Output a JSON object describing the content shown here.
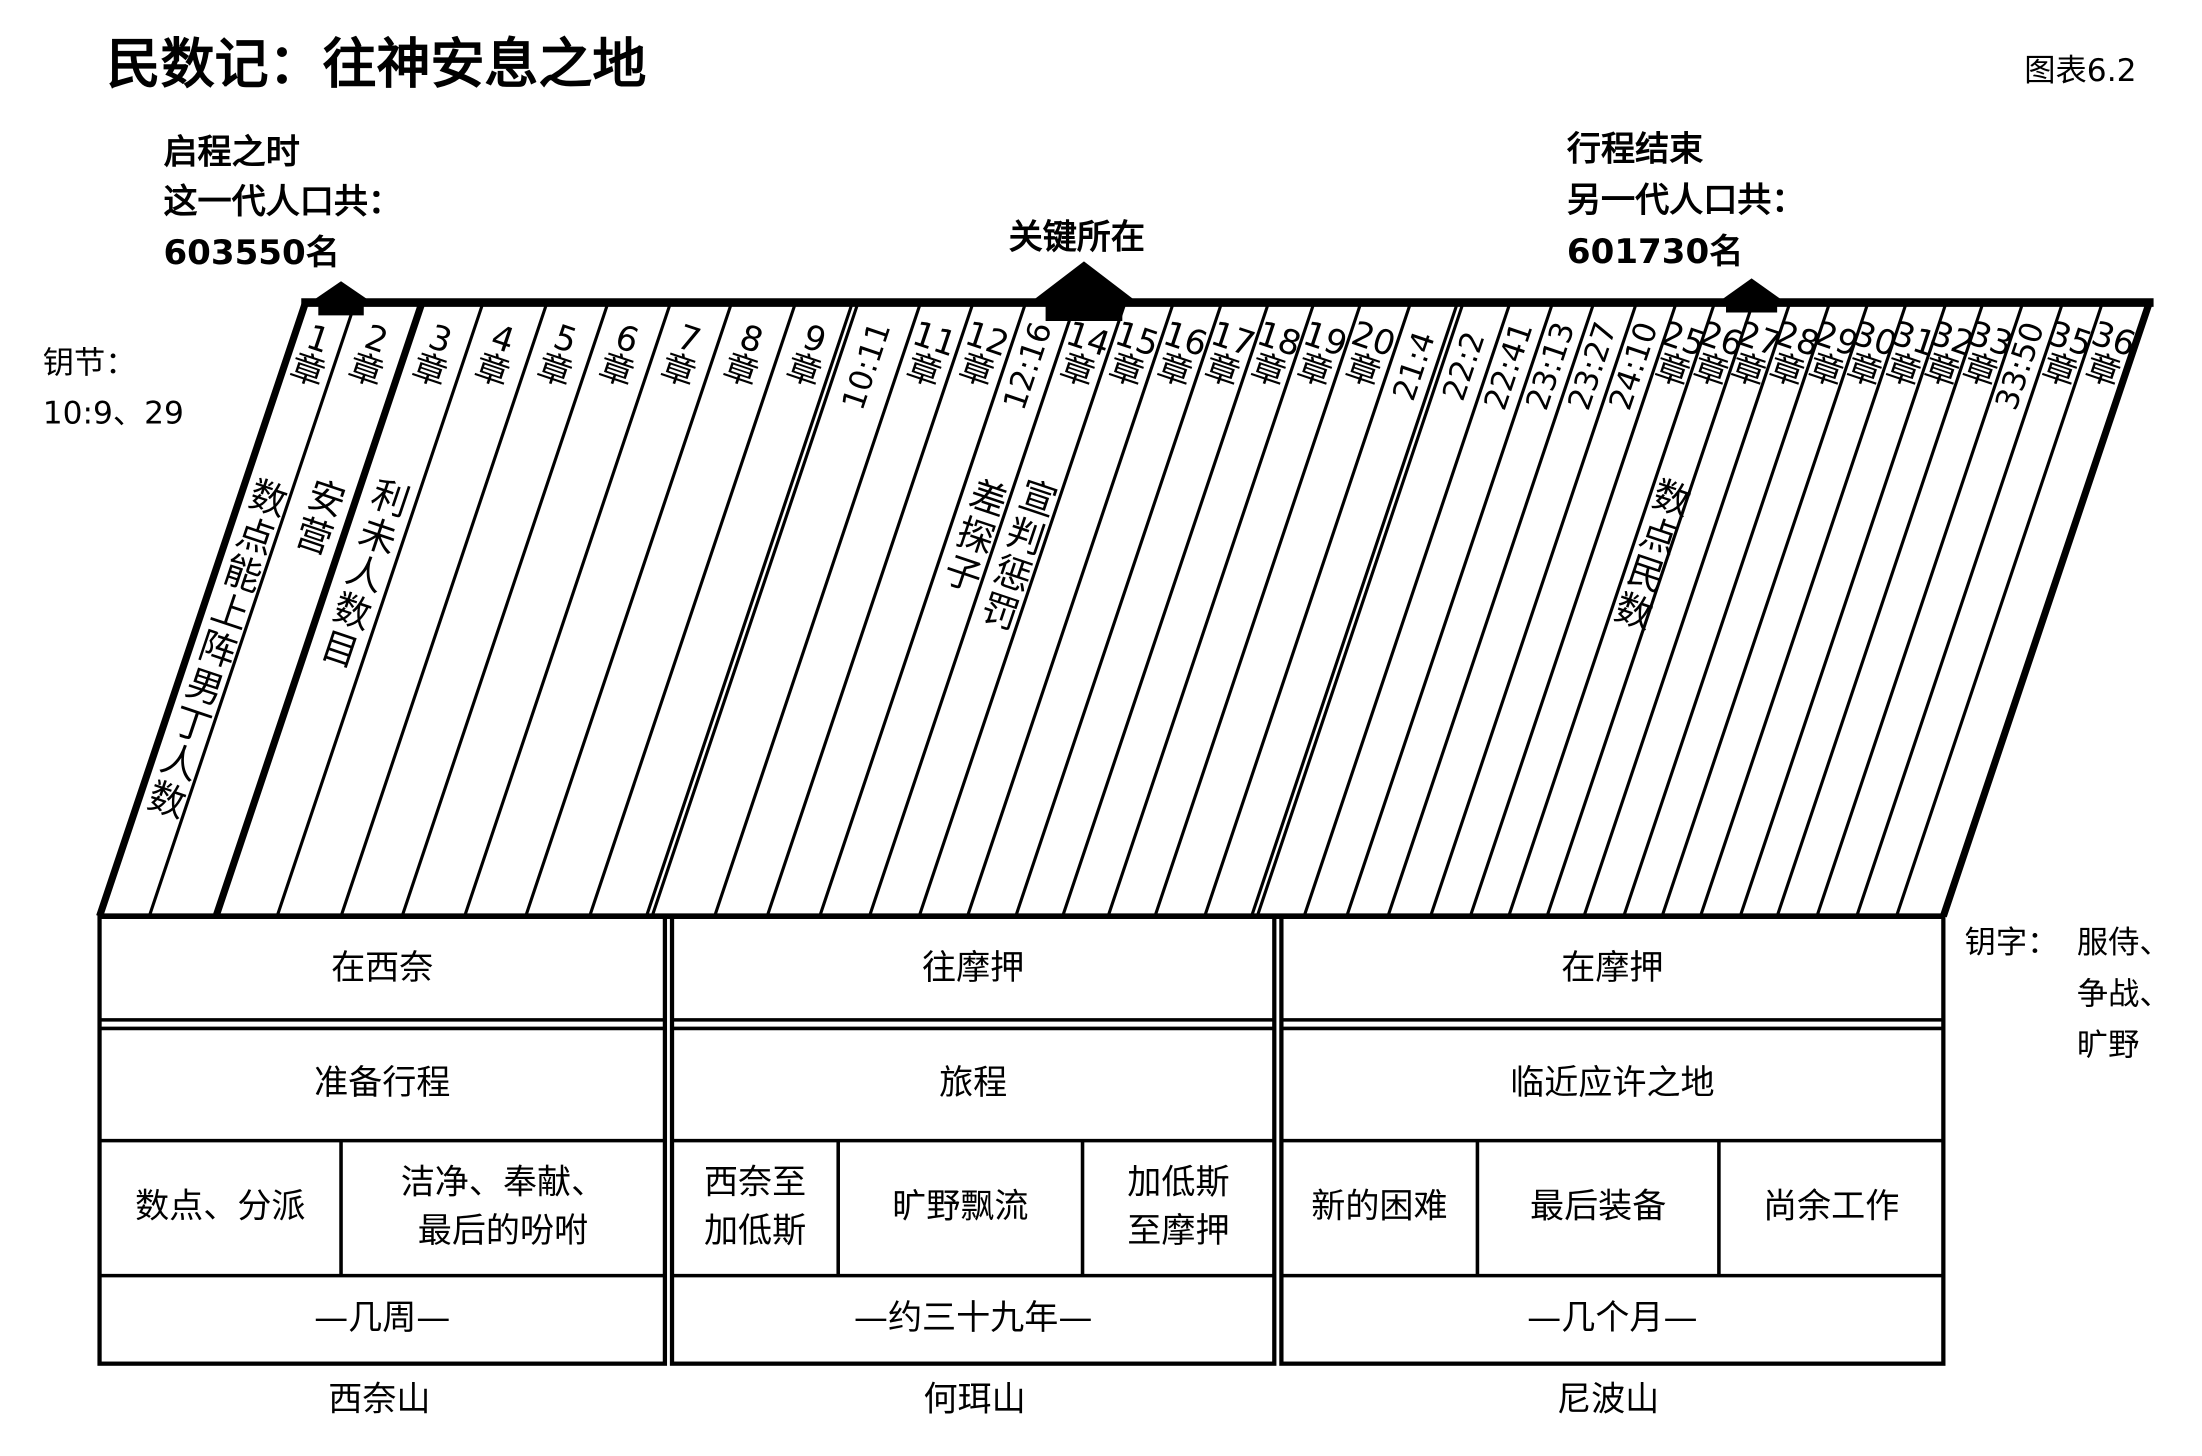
{
  "title": "民数记：往神安息之地",
  "figure_label": "图表6.2",
  "start": {
    "lines": [
      "启程之时",
      "这一代人口共：",
      "603550名"
    ]
  },
  "key_point": "关键所在",
  "end": {
    "lines": [
      "行程结束",
      "另一代人口共：",
      "601730名"
    ]
  },
  "key_verses": {
    "label": "钥节：",
    "value": "10:9、29"
  },
  "key_words": {
    "label": "钥字：",
    "lines": [
      "服侍、",
      "争战、",
      "旷野"
    ]
  },
  "columns": [
    {
      "num": "1",
      "unit": "章"
    },
    {
      "num": "2",
      "unit": "章"
    },
    {
      "num": "3",
      "unit": "章"
    },
    {
      "num": "4",
      "unit": "章"
    },
    {
      "num": "5",
      "unit": "章"
    },
    {
      "num": "6",
      "unit": "章"
    },
    {
      "num": "7",
      "unit": "章"
    },
    {
      "num": "8",
      "unit": "章"
    },
    {
      "num": "9",
      "unit": "章"
    },
    {
      "ref": "10:11"
    },
    {
      "num": "11",
      "unit": "章"
    },
    {
      "num": "12",
      "unit": "章"
    },
    {
      "ref": "12:16"
    },
    {
      "num": "14",
      "unit": "章"
    },
    {
      "num": "15",
      "unit": "章"
    },
    {
      "num": "16",
      "unit": "章"
    },
    {
      "num": "17",
      "unit": "章"
    },
    {
      "num": "18",
      "unit": "章"
    },
    {
      "num": "19",
      "unit": "章"
    },
    {
      "num": "20",
      "unit": "章"
    },
    {
      "ref": "21:4"
    },
    {
      "ref": "22:2"
    },
    {
      "ref": "22:41"
    },
    {
      "ref": "23:13"
    },
    {
      "ref": "23:27"
    },
    {
      "ref": "24:10"
    },
    {
      "num": "25",
      "unit": "章"
    },
    {
      "num": "26",
      "unit": "章"
    },
    {
      "num": "27",
      "unit": "章"
    },
    {
      "num": "28",
      "unit": "章"
    },
    {
      "num": "29",
      "unit": "章"
    },
    {
      "num": "30",
      "unit": "章"
    },
    {
      "num": "31",
      "unit": "章"
    },
    {
      "num": "32",
      "unit": "章"
    },
    {
      "num": "33",
      "unit": "章"
    },
    {
      "ref": "33:50"
    },
    {
      "num": "35",
      "unit": "章"
    },
    {
      "num": "36",
      "unit": "章"
    }
  ],
  "column_notes": [
    {
      "column": 0,
      "text": "数点能上阵男丁人数"
    },
    {
      "column": 1,
      "text": "安营"
    },
    {
      "column": 2,
      "text": "利未人数目"
    },
    {
      "column": 12,
      "text": "差探子"
    },
    {
      "column": 13,
      "text": "宣判惩罚"
    },
    {
      "column": 27,
      "text": "数点民数"
    }
  ],
  "sections": [
    {
      "location": "在西奈",
      "theme": "准备行程",
      "subs": [
        {
          "lines": [
            "数点、分派"
          ]
        },
        {
          "lines": [
            "洁净、奉献、",
            "最后的吩咐"
          ]
        }
      ],
      "duration": "—几周—",
      "mountain": "西奈山"
    },
    {
      "location": "往摩押",
      "theme": "旅程",
      "subs": [
        {
          "lines": [
            "西奈至",
            "加低斯"
          ]
        },
        {
          "lines": [
            "旷野飘流"
          ]
        },
        {
          "lines": [
            "加低斯",
            "至摩押"
          ]
        }
      ],
      "duration": "—约三十九年—",
      "mountain": "何珥山"
    },
    {
      "location": "在摩押",
      "theme": "临近应许之地",
      "subs": [
        {
          "lines": [
            "新的困难"
          ]
        },
        {
          "lines": [
            "最后装备"
          ]
        },
        {
          "lines": [
            "尚余工作"
          ]
        }
      ],
      "duration": "—几个月—",
      "mountain": "尼波山"
    }
  ]
}
